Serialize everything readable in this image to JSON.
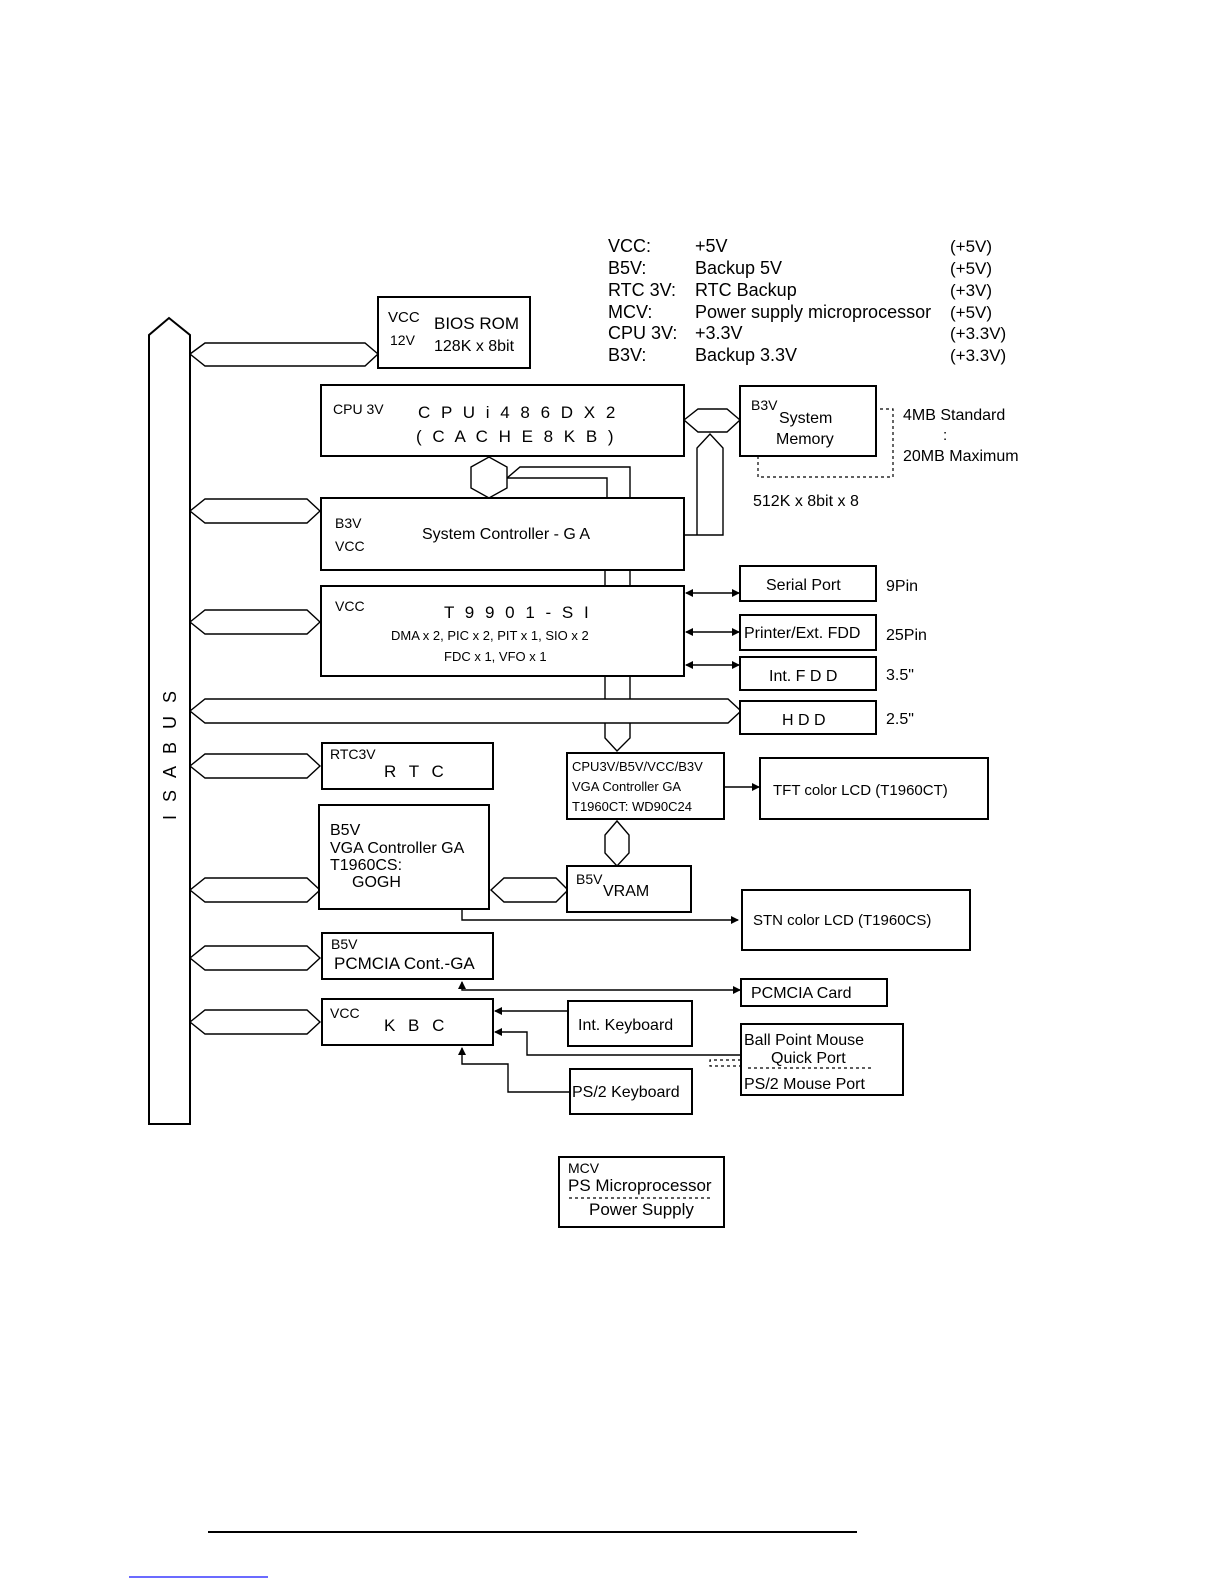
{
  "legend": [
    {
      "name": "VCC:",
      "desc": "+5V",
      "volt": "(+5V)"
    },
    {
      "name": "B5V:",
      "desc": "Backup 5V",
      "volt": "(+5V)"
    },
    {
      "name": "RTC 3V:",
      "desc": "RTC Backup",
      "volt": "(+3V)"
    },
    {
      "name": "MCV:",
      "desc": "Power supply microprocessor",
      "volt": "(+5V)"
    },
    {
      "name": "CPU 3V:",
      "desc": "+3.3V",
      "volt": "(+3.3V)"
    },
    {
      "name": "B3V:",
      "desc": "Backup 3.3V",
      "volt": "(+3.3V)"
    }
  ],
  "isa_bus": {
    "label": "I S A  B U S"
  },
  "bios_rom": {
    "power1": "VCC",
    "power2": "12V",
    "line1": "BIOS ROM",
    "line2": "128K x 8bit"
  },
  "cpu": {
    "power": "CPU 3V",
    "line1": "C P U  i 4 8 6 D X 2",
    "line2": "( C A C H E  8 K B )"
  },
  "memory": {
    "power": "B3V",
    "line1": "System",
    "line2": "Memory",
    "chips": "512K x 8bit x 8",
    "standard": "4MB Standard",
    "colon": ":",
    "maximum": "20MB Maximum"
  },
  "sys_ctrl": {
    "power1": "B3V",
    "power2": "VCC",
    "label": "System Controller - G A"
  },
  "t9901": {
    "power": "VCC",
    "title": "T 9 9 0 1 - S I",
    "line1": "DMA x 2, PIC x 2, PIT x 1, SIO x 2",
    "line2": "FDC x 1, VFO x 1"
  },
  "serial": {
    "label": "Serial Port",
    "note": "9Pin"
  },
  "printer": {
    "label": "Printer/Ext. FDD",
    "note": "25Pin"
  },
  "fdd": {
    "label": "Int. F D D",
    "note": "3.5\""
  },
  "hdd": {
    "label": "H D D",
    "note": "2.5\""
  },
  "rtc": {
    "power": "RTC3V",
    "label": "R T C"
  },
  "vga_ct": {
    "line1": "CPU3V/B5V/VCC/B3V",
    "line2": "VGA Controller GA",
    "line3": "T1960CT:  WD90C24"
  },
  "tft": {
    "label": "TFT color LCD (T1960CT)"
  },
  "vga_cs": {
    "power": "B5V",
    "line1": "VGA Controller GA",
    "line2": "T1960CS:",
    "line3": "GOGH"
  },
  "vram": {
    "power": "B5V",
    "label": "VRAM"
  },
  "stn": {
    "label": "STN color LCD (T1960CS)"
  },
  "pcmcia_ga": {
    "power": "B5V",
    "label": "PCMCIA Cont.-GA"
  },
  "pcmcia_card": {
    "label": "PCMCIA Card"
  },
  "kbc": {
    "power": "VCC",
    "label": "K B C"
  },
  "int_kb": {
    "label": "Int. Keyboard"
  },
  "mouse": {
    "line1": "Ball Point Mouse",
    "line2": "Quick Port",
    "line3": "PS/2 Mouse Port"
  },
  "ps2_kb": {
    "label": "PS/2 Keyboard"
  },
  "power_supply": {
    "power": "MCV",
    "line1": "PS Microprocessor",
    "line2": "Power Supply"
  }
}
